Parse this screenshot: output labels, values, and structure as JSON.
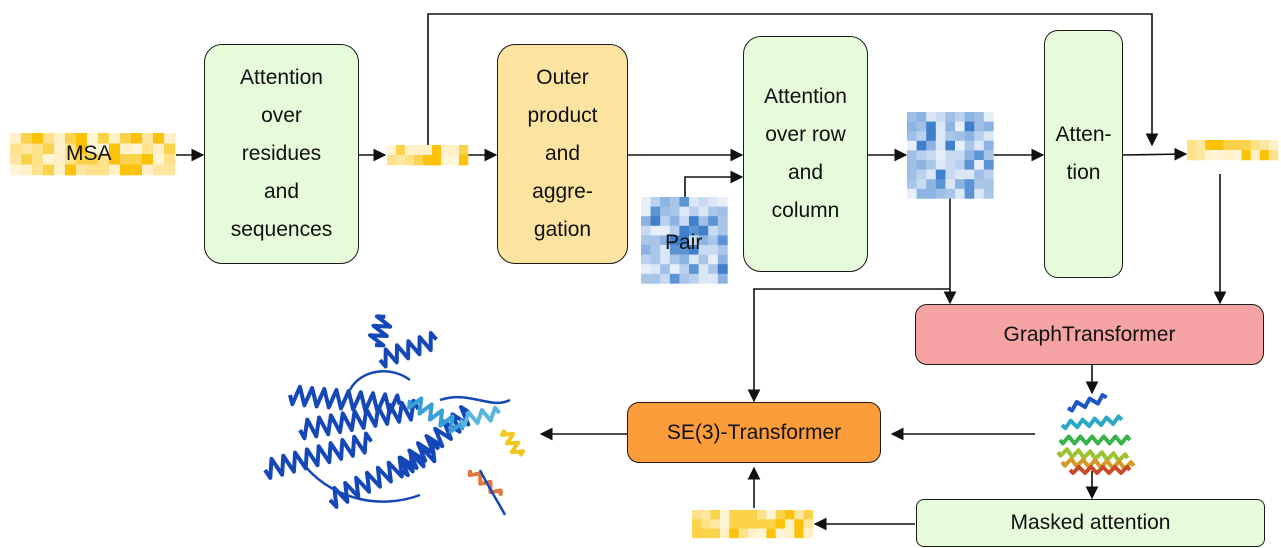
{
  "nodes": {
    "msa": "MSA",
    "attn_residues": [
      "Attention",
      "over",
      "residues",
      "and",
      "sequences"
    ],
    "outer_product": [
      "Outer",
      "product",
      "and",
      "aggre-",
      "gation"
    ],
    "pair": "Pair",
    "attn_row_col": [
      "Attention",
      "over row",
      "and",
      "column"
    ],
    "attention": [
      "Atten-",
      "tion"
    ],
    "graph_transformer": "GraphTransformer",
    "se3_transformer": "SE(3)-Transformer",
    "masked_attention": "Masked attention"
  },
  "colors": {
    "green": "#e5fbd9",
    "yellow": "#fde3a0",
    "red": "#f5a3a3",
    "orange": "#fb9d3a",
    "protein_blue": "#1448b8"
  }
}
